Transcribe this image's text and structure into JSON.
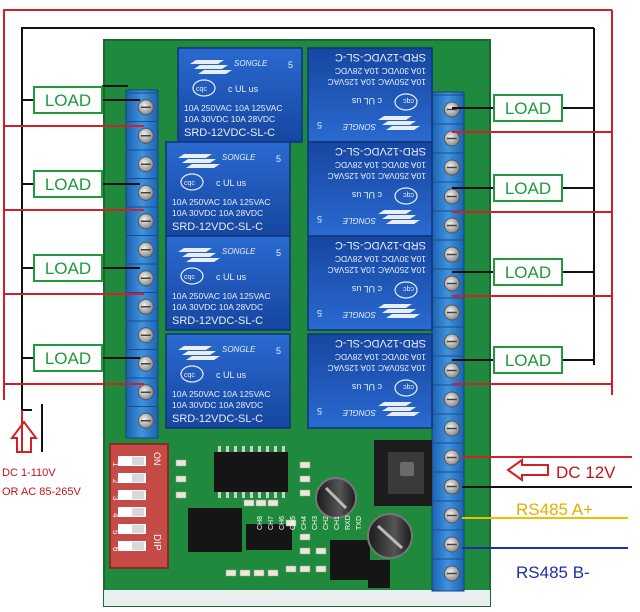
{
  "loads": {
    "left_1": "LOAD",
    "left_2": "LOAD",
    "left_3": "LOAD",
    "left_4": "LOAD",
    "right_1": "LOAD",
    "right_2": "LOAD",
    "right_3": "LOAD",
    "right_4": "LOAD"
  },
  "relay": {
    "brand": "SONGLE",
    "model": "SRD-12VDC-SL-C",
    "rating_line1": "10A 250VAC  10A 125VAC",
    "rating_line2": "10A  30VDC  10A  28VDC",
    "cert": "cqc",
    "ul_mark": "c UL us",
    "number": "5"
  },
  "dip_switch": {
    "on_label": "ON",
    "dip_label": "DIP",
    "numbers": [
      "1",
      "2",
      "3",
      "4",
      "5",
      "6"
    ]
  },
  "led_labels": [
    "CH8",
    "CH7",
    "CH6",
    "CH5",
    "CH4",
    "CH3",
    "CH2",
    "CH1",
    "RXD",
    "TXD"
  ],
  "power_input_left": {
    "line1": "DC 1-110V",
    "line2": "OR AC 85-265V"
  },
  "right_terminals": {
    "dc": "DC 12V",
    "a_plus": "RS485 A+",
    "b_minus": "RS485 B-"
  },
  "colors": {
    "board_green": "#1f8a3e",
    "terminal_blue": "#2f7fd0",
    "relay_blue": "#1e56b8",
    "wire_red": "#d0212b",
    "wire_black": "#111111",
    "wire_yellow": "#f0c000",
    "wire_blue": "#1f2fa8",
    "load_green": "#1e9a3a"
  }
}
